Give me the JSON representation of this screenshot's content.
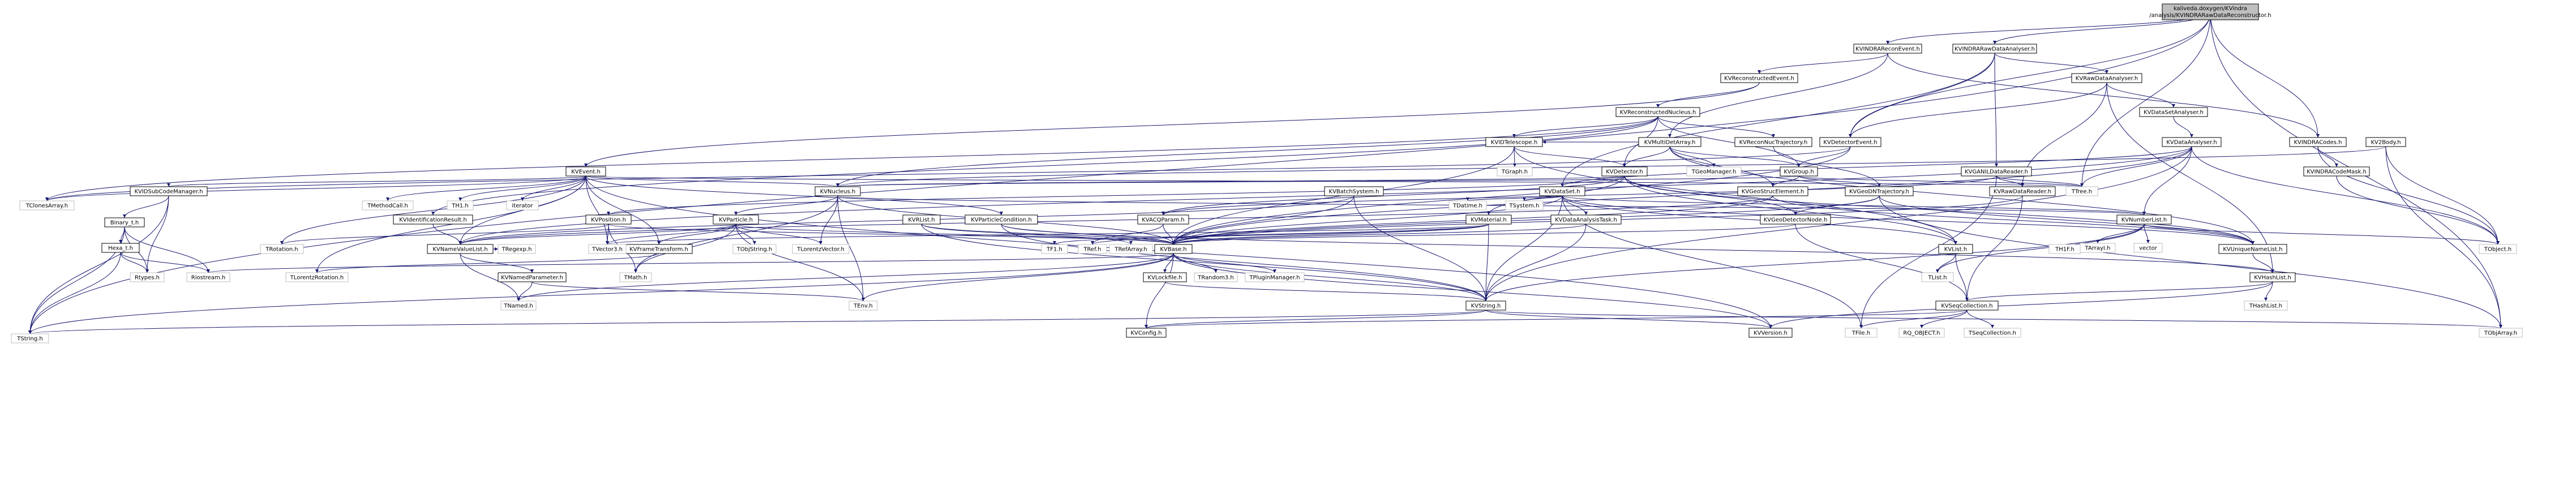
{
  "root": "kaliveda.doxygen/KVindra/analysis/KVINDRARawDataReconstructor.h",
  "root_lines": [
    "kaliveda.doxygen/KVindra",
    "/analysis/KVINDRARawDataReconstructor.h"
  ],
  "colors": {
    "edge": "#191970",
    "root_fill": "#bfbfbf",
    "ext_border": "#bfbfbf",
    "doc_border": "#000000"
  },
  "nodes": {
    "KVINDRAReconEvent.h": "KVINDRAReconEvent.h",
    "KVINDRARawDataAnalyser.h": "KVINDRARawDataAnalyser.h",
    "KVReconstructedEvent.h": "KVReconstructedEvent.h",
    "KVRawDataAnalyser.h": "KVRawDataAnalyser.h",
    "KVDataSetAnalyser.h": "KVDataSetAnalyser.h",
    "KVDataAnalyser.h": "KVDataAnalyser.h",
    "KVReconstructedNucleus.h": "KVReconstructedNucleus.h",
    "KVIDTelescope.h": "KVIDTelescope.h",
    "KVMultiDetArray.h": "KVMultiDetArray.h",
    "KVReconNucTrajectory.h": "KVReconNucTrajectory.h",
    "KVDetectorEvent.h": "KVDetectorEvent.h",
    "KVINDRACodes.h": "KVINDRACodes.h",
    "KV2Body.h": "KV2Body.h",
    "KVINDRACodeMask.h": "KVINDRACodeMask.h",
    "KVEvent.h": "KVEvent.h",
    "KVDetector.h": "KVDetector.h",
    "KVGroup.h": "KVGroup.h",
    "KVGANILDataReader.h": "KVGANILDataReader.h",
    "KVRawDataReader.h": "KVRawDataReader.h",
    "KVIDSubCodeManager.h": "KVIDSubCodeManager.h",
    "KVNucleus.h": "KVNucleus.h",
    "KVBase.h": "KVBase.h",
    "KVDataSet.h": "KVDataSet.h",
    "KVBatchSystem.h": "KVBatchSystem.h",
    "KVGeoStrucElement.h": "KVGeoStrucElement.h",
    "KVGeoDNTrajectory.h": "KVGeoDNTrajectory.h",
    "KVGeoDetectorNode.h": "KVGeoDetectorNode.h",
    "KVNumberList.h": "KVNumberList.h",
    "KVUniqueNameList.h": "KVUniqueNameList.h",
    "KVHashList.h": "KVHashList.h",
    "KVSeqCollection.h": "KVSeqCollection.h",
    "KVList.h": "KVList.h",
    "KVString.h": "KVString.h",
    "KVConfig.h": "KVConfig.h",
    "KVVersion.h": "KVVersion.h",
    "KVPosition.h": "KVPosition.h",
    "KVParticle.h": "KVParticle.h",
    "KVParticleCondition.h": "KVParticleCondition.h",
    "KVIdentificationResult.h": "KVIdentificationResult.h",
    "KVNameValueList.h": "KVNameValueList.h",
    "KVNamedParameter.h": "KVNamedParameter.h",
    "KVFrameTransform.h": "KVFrameTransform.h",
    "KVACQParam.h": "KVACQParam.h",
    "KVMaterial.h": "KVMaterial.h",
    "KVDataAnalysisTask.h": "KVDataAnalysisTask.h",
    "KVRList.h": "KVRList.h",
    "KVLockfile.h": "KVLockfile.h",
    "Binary_t.h": "Binary_t.h",
    "Hexa_t.h": "Hexa_t.h",
    "TString.h": "TString.h",
    "TTree.h": "TTree.h",
    "TClonesArray.h": "TClonesArray.h",
    "TMethodCall.h": "TMethodCall.h",
    "TH1.h": "TH1.h",
    "iterator": "iterator",
    "TGraph.h": "TGraph.h",
    "TGeoManager.h": "TGeoManager.h",
    "TObject.h": "TObject.h",
    "TObjArray.h": "TObjArray.h",
    "TDatime.h": "TDatime.h",
    "TSystem.h": "TSystem.h",
    "TFile.h": "TFile.h",
    "TH1F.h": "TH1F.h",
    "TMath.h": "TMath.h",
    "TVector3.h": "TVector3.h",
    "TObjString.h": "TObjString.h",
    "TLorentzVector.h": "TLorentzVector.h",
    "TRotation.h": "TRotation.h",
    "TLorentzRotation.h": "TLorentzRotation.h",
    "TEnv.h": "TEnv.h",
    "TF1.h": "TF1.h",
    "TRef.h": "TRef.h",
    "TRefArray.h": "TRefArray.h",
    "TList.h": "TList.h",
    "TArrayI.h": "TArrayI.h",
    "vector": "vector",
    "TRegexp.h": "TRegexp.h",
    "TNamed.h": "TNamed.h",
    "Rtypes.h": "Rtypes.h",
    "Riostream.h": "Riostream.h",
    "TRandom3.h": "TRandom3.h",
    "TPluginManager.h": "TPluginManager.h",
    "THashList.h": "THashList.h",
    "RQ_OBJECT.h": "RQ_OBJECT.h",
    "TSeqCollection.h": "TSeqCollection.h"
  }
}
